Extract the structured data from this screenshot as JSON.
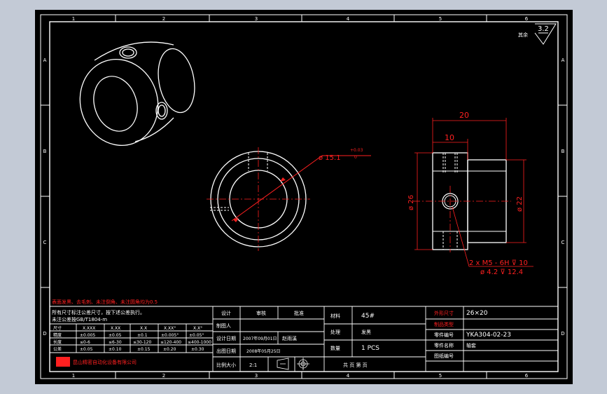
{
  "sheet": {
    "zone_numbers": [
      "1",
      "2",
      "3",
      "4",
      "5",
      "6"
    ],
    "zone_letters": [
      "A",
      "B",
      "C",
      "D"
    ],
    "surface_roughness": "3.2",
    "surface_note": "其余"
  },
  "dimensions": {
    "bore_dia": "ø 15.1",
    "bore_tol_upper": "+0.03",
    "bore_tol_lower": "0",
    "total_length": "20",
    "collar_length": "10",
    "outer_dia": "ø 26",
    "step_dia": "ø 22",
    "thread_callout": "2 x M5 - 6H ⊽ 10",
    "drill_callout": "ø 4.2 ⊽ 12.4"
  },
  "notes": {
    "red_note": "表面发黑、去毛刺、未注倒角、未注圆角均为0.5",
    "general_lines": [
      "所有尺寸标注公差尺寸，按下述公差执行。",
      "未注公差按GB/T1804-m"
    ]
  },
  "tolerance_table": {
    "headers": [
      "尺寸",
      "X.XXX",
      "X.XX",
      "X.X",
      "X.XX°",
      "X.X°"
    ],
    "rows": [
      [
        "精度",
        "±0.005",
        "±0.05",
        "±0.1",
        "±0.005°",
        "±0.05°"
      ],
      [
        "长度",
        "≤0-6",
        "≤6-30",
        "≤30-120",
        "≤120-400",
        "≤400-1000"
      ],
      [
        "公差",
        "±0.05",
        "±0.10",
        "±0.15",
        "±0.20",
        "±0.30"
      ]
    ],
    "company": "昆山精密自动化设备有限公司"
  },
  "title_block": {
    "design_label": "设计",
    "review_label": "审核",
    "approve_label": "批准",
    "designer_label": "制图人",
    "design_date_label": "设计日期",
    "design_date": "2007年09月01日",
    "drawer": "赵雨溪",
    "output_date_label": "出图日期",
    "output_date": "2008年05月25日",
    "scale_label": "比例大小",
    "scale_value": "2:1",
    "material_label": "材料",
    "material_value": "45#",
    "treatment_label": "处理",
    "treatment_value": "发黑",
    "qty_label": "数量",
    "qty_value": "1 PCS",
    "total_sheets": "共 页 第 页",
    "spec_label": "外形尺寸",
    "spec_value": "26×20",
    "part_type_label": "制品类型",
    "part_no_label": "零件编号",
    "part_no_value": "YKA304-02-23",
    "part_name_label": "零件名称",
    "part_name_value": "轴套",
    "drawing_no_label": "图纸编号"
  },
  "colors": {
    "background": "#000000",
    "line": "#ffffff",
    "dimension": "#ff2020",
    "centerline": "#ff2020",
    "hidden": "#ffffff",
    "frame_bg": "#c3cad6"
  }
}
